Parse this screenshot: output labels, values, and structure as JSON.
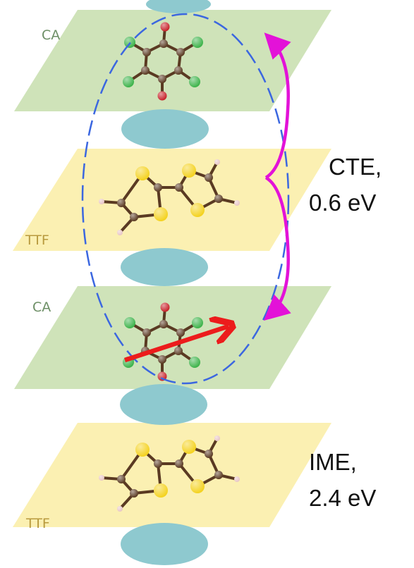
{
  "layers": [
    {
      "label": "CA",
      "kind": "CA"
    },
    {
      "label": "TTF",
      "kind": "TTF"
    },
    {
      "label": "CA",
      "kind": "CA"
    },
    {
      "label": "TTF",
      "kind": "TTF"
    }
  ],
  "annotations": {
    "cte_name": "CTE,",
    "cte_energy": "0.6 eV",
    "ime_name": "IME,",
    "ime_energy": "2.4 eV"
  },
  "colors": {
    "ca_plane": "#cfe3b9",
    "ttf_plane": "#fbf0b2",
    "ca_label": "#6d8f66",
    "ttf_label": "#b89a3e",
    "orbital": "#8ec9cf",
    "carbon": "#5a3a22",
    "oxygen": "#c7222a",
    "chlorine": "#3db34a",
    "sulfur": "#f4d21f",
    "hydrogen": "#e8c6c6",
    "dashed_ellipse": "#3b67e0",
    "cte_arrow": "#e312d8",
    "ime_arrow": "#ec1c1c"
  }
}
